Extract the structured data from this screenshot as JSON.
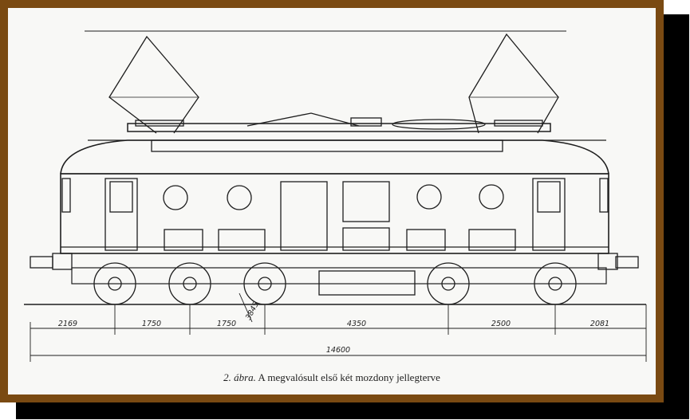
{
  "figure": {
    "caption_label": "2. ábra.",
    "caption_text": " A megvalósult első két mozdony jellegterve"
  },
  "dimensions": {
    "segments": [
      "2169",
      "1750",
      "1750",
      "4350",
      "2500",
      "2081"
    ],
    "total": "14600",
    "slanted": "3845"
  },
  "colors": {
    "frame": "#7a4a12",
    "paper": "#f8f8f6",
    "ink": "#1e1e1e"
  }
}
